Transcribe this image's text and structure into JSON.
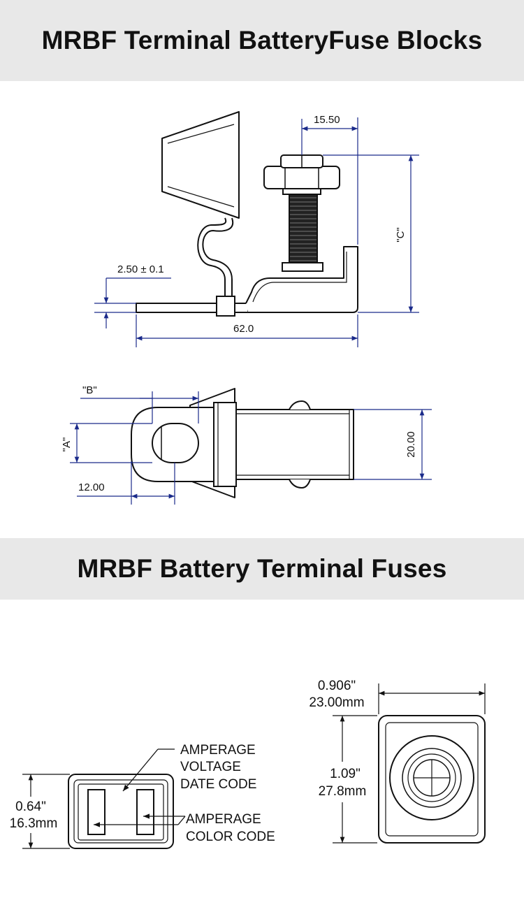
{
  "section1": {
    "title": "MRBF Terminal BatteryFuse Blocks",
    "side_view": {
      "dim_width": "15.50",
      "dim_c": "\"C\"",
      "dim_thickness": "2.50 ± 0.1",
      "dim_length": "62.0"
    },
    "top_view": {
      "dim_b": "\"B\"",
      "dim_a": "\"A\"",
      "dim_hole": "12.00",
      "dim_width": "20.00"
    }
  },
  "section2": {
    "title": "MRBF Battery Terminal Fuses",
    "front_view": {
      "height_in": "0.64\"",
      "height_mm": "16.3mm",
      "label1_line1": "AMPERAGE",
      "label1_line2": "VOLTAGE",
      "label1_line3": "DATE CODE",
      "label2_line1": "AMPERAGE",
      "label2_line2": "COLOR CODE"
    },
    "top_view": {
      "width_in": "0.906\"",
      "width_mm": "23.00mm",
      "height_in": "1.09\"",
      "height_mm": "27.8mm"
    }
  },
  "colors": {
    "banner_bg": "#e8e8e8",
    "dimension_line": "#1a2a8a",
    "drawing_line": "#111111"
  }
}
